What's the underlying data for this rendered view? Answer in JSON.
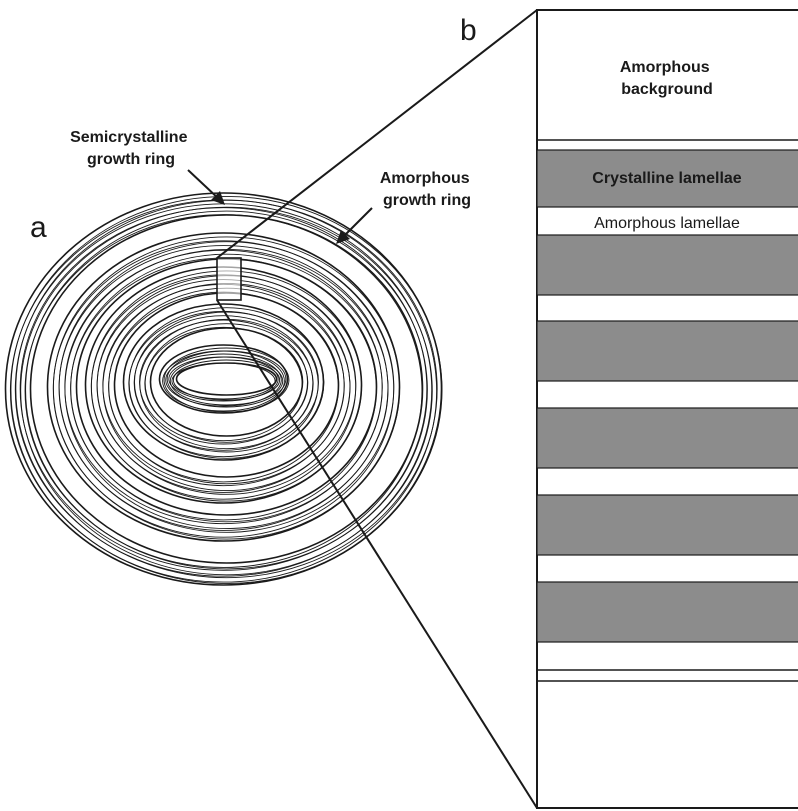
{
  "panel_labels": {
    "a": "a",
    "b": "b"
  },
  "left_panel": {
    "semicrystalline_ring_label": [
      "Semicrystalline",
      "growth ring"
    ],
    "amorphous_ring_label": [
      "Amorphous",
      "growth ring"
    ]
  },
  "right_panel": {
    "amorphous_background_label": [
      "Amorphous",
      "background"
    ],
    "crystalline_lamellae_label": "Crystalline lamellae",
    "amorphous_lamellae_label": "Amorphous lamellae"
  },
  "colors": {
    "line": "#1a1a1a",
    "crystalline_fill": "#8c8c8c",
    "background": "#ffffff"
  }
}
